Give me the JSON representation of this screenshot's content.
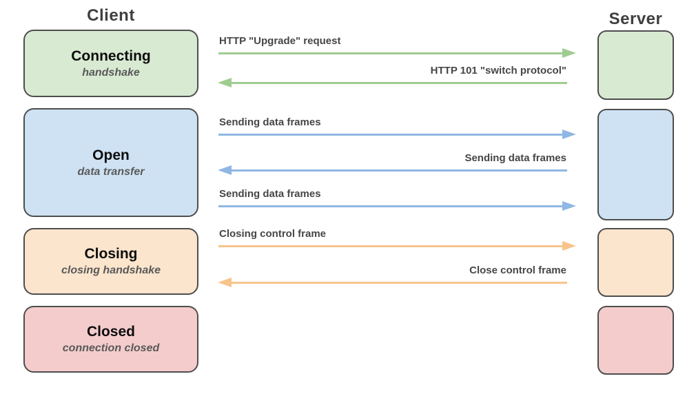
{
  "header": {
    "client": "Client",
    "server": "Server"
  },
  "states": [
    {
      "name": "Connecting",
      "description": "handshake",
      "color": "green"
    },
    {
      "name": "Open",
      "description": "data transfer",
      "color": "blue"
    },
    {
      "name": "Closing",
      "description": "closing handshake",
      "color": "orange"
    },
    {
      "name": "Closed",
      "description": "connection closed",
      "color": "red"
    }
  ],
  "messages": [
    {
      "label": "HTTP \"Upgrade\" request",
      "direction": "right",
      "color": "green"
    },
    {
      "label": "HTTP 101 \"switch protocol\"",
      "direction": "left",
      "color": "green"
    },
    {
      "label": "Sending data frames",
      "direction": "right",
      "color": "blue"
    },
    {
      "label": "Sending data frames",
      "direction": "left",
      "color": "blue"
    },
    {
      "label": "Sending data frames",
      "direction": "right",
      "color": "blue"
    },
    {
      "label": "Closing control frame",
      "direction": "right",
      "color": "orange"
    },
    {
      "label": "Close control frame",
      "direction": "left",
      "color": "orange"
    }
  ],
  "colors": {
    "green_fill": "#d9ead3",
    "blue_fill": "#cfe2f3",
    "orange_fill": "#fce5cd",
    "red_fill": "#f4cccc",
    "green_arrow": "#9fcc90",
    "blue_arrow": "#8fb7e3",
    "orange_arrow": "#f8c48b",
    "box_border": "#4d4d4d",
    "heading_text": "#3f3f3f",
    "state_text": "#0d0d0d",
    "description_text": "#595959",
    "message_text": "#464646"
  }
}
